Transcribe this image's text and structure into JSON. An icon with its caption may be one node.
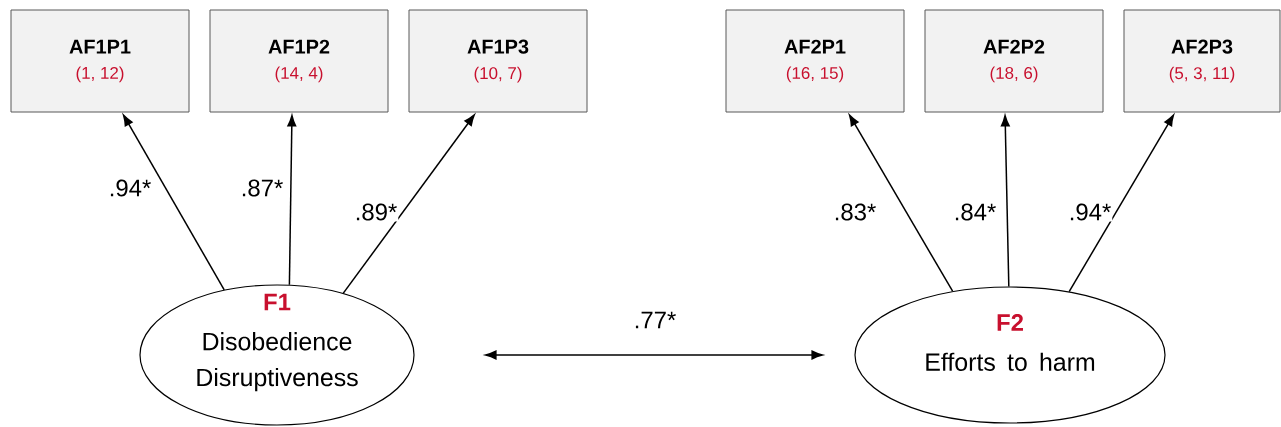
{
  "diagram": {
    "nodes": [
      {
        "text": [
          "AF1P1",
          "(1, 12)"
        ]
      },
      {
        "text": [
          "AF1P2",
          "(14, 4)"
        ]
      },
      {
        "text": [
          "AF1P3",
          "(10, 7)"
        ]
      },
      {
        "text": [
          "AF2P1",
          "(16, 15)"
        ]
      },
      {
        "text": [
          "AF2P2",
          "(18, 6)"
        ]
      },
      {
        "text": [
          "AF2P3",
          "(5, 3, 11)"
        ]
      },
      {
        "text": [
          "F1",
          "Disobedience Disruptiveness"
        ]
      },
      {
        "text": [
          "F2",
          "Efforts to harm"
        ]
      }
    ],
    "edges": [
      {
        "from": 6,
        "to": 0,
        "arrow": "to",
        "label": ".94*"
      },
      {
        "from": 6,
        "to": 1,
        "arrow": "to",
        "label": ".87*"
      },
      {
        "from": 6,
        "to": 2,
        "arrow": "to",
        "label": ".89*"
      },
      {
        "from": 7,
        "to": 3,
        "arrow": "to",
        "label": ".83*"
      },
      {
        "from": 7,
        "to": 4,
        "arrow": "to",
        "label": ".84*"
      },
      {
        "from": 7,
        "to": 5,
        "arrow": "to",
        "label": ".94*"
      },
      {
        "from": 6,
        "to": 7,
        "arrow": "both",
        "label": ".77*"
      }
    ]
  }
}
